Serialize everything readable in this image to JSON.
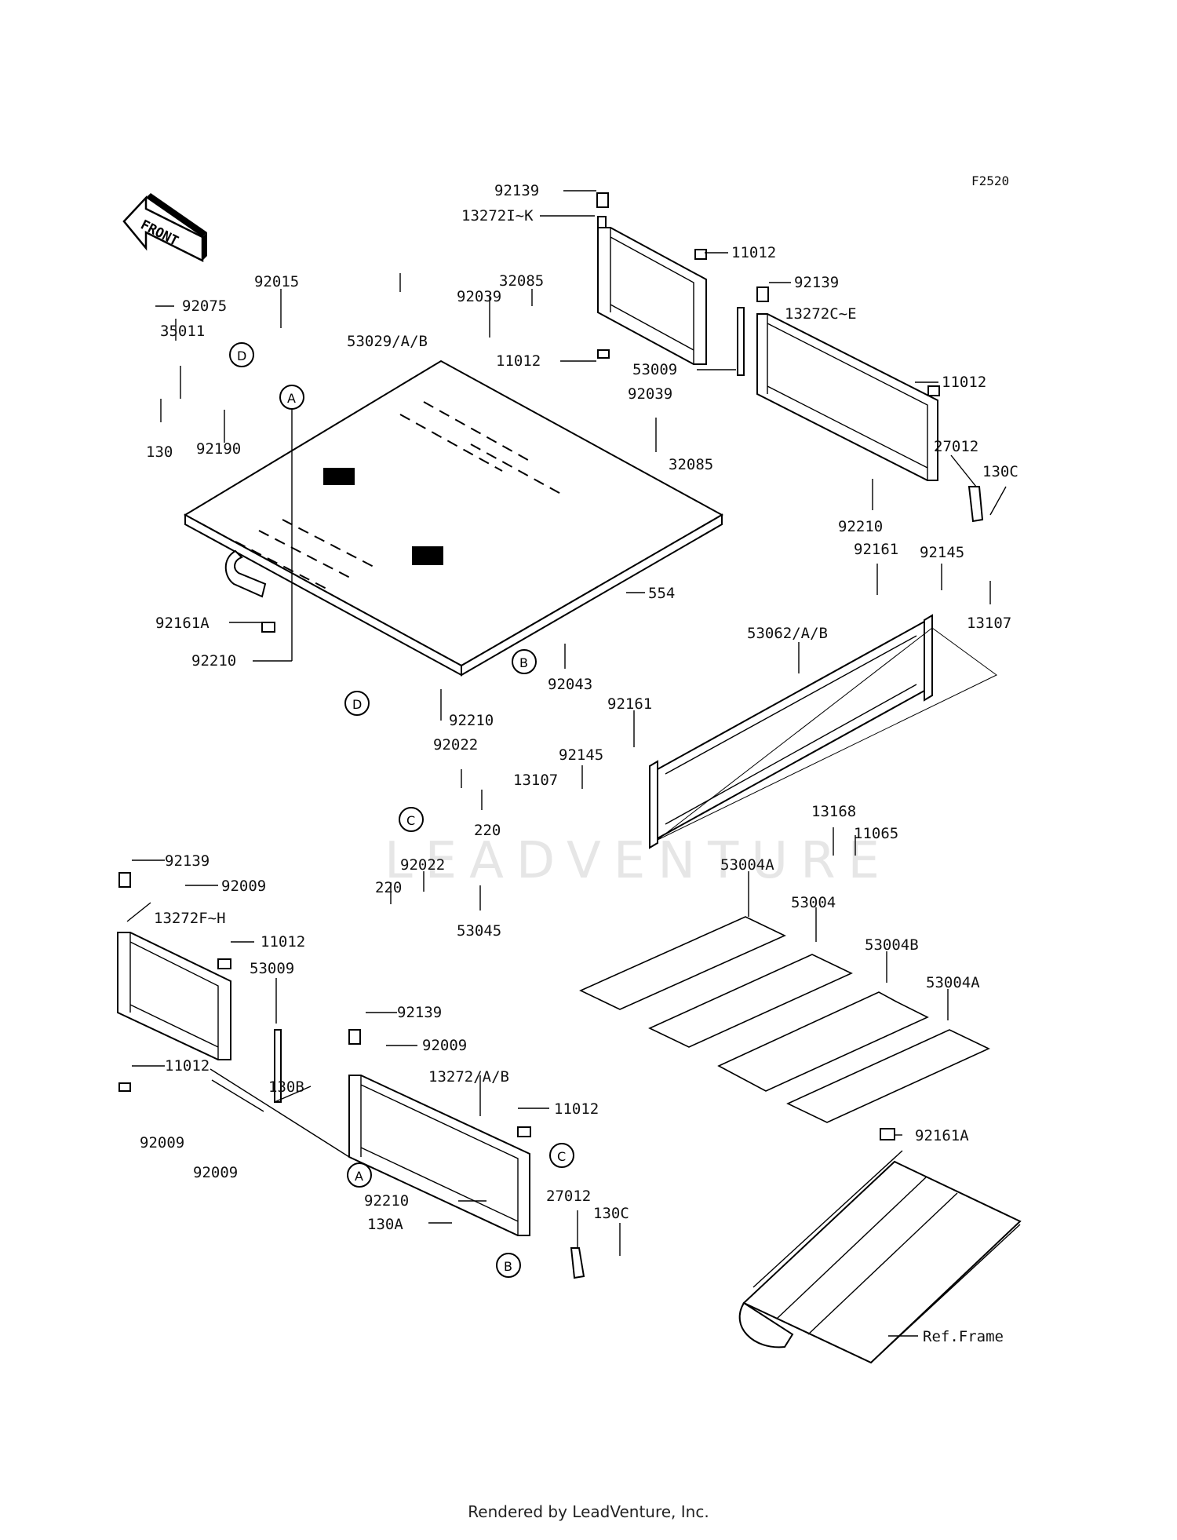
{
  "figure_code": "F2520",
  "front_arrow_label": "FRONT",
  "parts": {
    "p92139_top": "92139",
    "p13272I_K": "13272I~K",
    "p11012_a": "11012",
    "p32085_a": "32085",
    "p92039_a": "92039",
    "p11012_b": "11012",
    "p92139_b": "92139",
    "p13272C_E": "13272C~E",
    "p53009_a": "53009",
    "p11012_c": "11012",
    "p92039_b": "92039",
    "p32085_b": "32085",
    "p27012_a": "27012",
    "p130C_a": "130C",
    "p92210_a": "92210",
    "p92015": "92015",
    "p92075": "92075",
    "p35011": "35011",
    "p53029": "53029/A/B",
    "p130": "130",
    "p92190": "92190",
    "p554": "554",
    "p92161_a": "92161",
    "p92145_a": "92145",
    "p13107_a": "13107",
    "p53062": "53062/A/B",
    "p92161A_a": "92161A",
    "p92210_b": "92210",
    "p92043": "92043",
    "p92210_c": "92210",
    "p92161_b": "92161",
    "p92022_a": "92022",
    "p92145_b": "92145",
    "p13107_b": "13107",
    "p220_a": "220",
    "p13168": "13168",
    "p11065": "11065",
    "p92022_b": "92022",
    "p53004A_a": "53004A",
    "p220_b": "220",
    "p53045": "53045",
    "p53004": "53004",
    "p53004B": "53004B",
    "p53004A_b": "53004A",
    "p92139_c": "92139",
    "p92009_a": "92009",
    "p13272F_H": "13272F~H",
    "p11012_d": "11012",
    "p53009_b": "53009",
    "p11012_e": "11012",
    "p92139_d": "92139",
    "p92009_b": "92009",
    "p13272AB": "13272/A/B",
    "p92009_c": "92009",
    "p130B": "130B",
    "p11012_f": "11012",
    "p92009_d": "92009",
    "p92210_d": "92210",
    "p27012_b": "27012",
    "p130A": "130A",
    "p130C_b": "130C",
    "p92161A_b": "92161A",
    "pRefFrame": "Ref.Frame"
  },
  "callouts": {
    "A": "A",
    "B": "B",
    "C": "C",
    "D": "D"
  },
  "watermark": "LEADVENTURE",
  "footer": "Rendered by LeadVenture, Inc."
}
